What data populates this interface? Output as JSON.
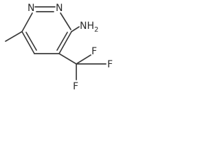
{
  "molecule": {
    "atoms": {
      "n1": "N",
      "n2": "N",
      "nh2": "NH",
      "nh2_sub": "2",
      "f_top": "F",
      "f_right": "F",
      "f_bottom": "F"
    }
  }
}
